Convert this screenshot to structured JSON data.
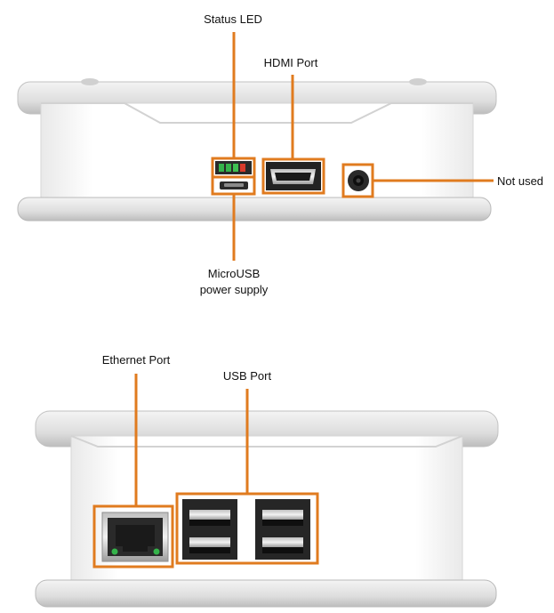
{
  "colors": {
    "callout": "#e07b1f",
    "case_body": "#ffffff",
    "case_shade": "#dcdcdc",
    "acrylic_edge": "#c7c7c7",
    "port_dark": "#1a1a1a",
    "led_green": "#35b34a",
    "led_red": "#d93b2b"
  },
  "top_view": {
    "labels": {
      "status_led": "Status LED",
      "hdmi_port": "HDMI Port",
      "not_used": "Not used",
      "microusb_line1": "MicroUSB",
      "microusb_line2": "power supply"
    },
    "icons": [
      "status-led-icon",
      "hdmi-port-icon",
      "audio-jack-icon",
      "microusb-port-icon"
    ]
  },
  "bottom_view": {
    "labels": {
      "ethernet_port": "Ethernet Port",
      "usb_port": "USB Port"
    },
    "icons": [
      "ethernet-port-icon",
      "usb-port-icon"
    ]
  }
}
